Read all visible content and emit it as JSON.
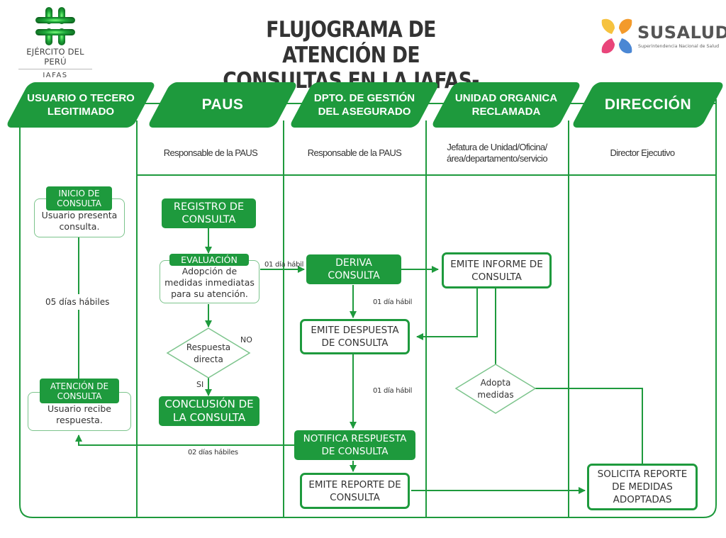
{
  "header": {
    "left_logo": {
      "org": "EJÉRCITO DEL PERÚ",
      "sub": "IAFAS",
      "icon": "green-cross-icon"
    },
    "title_line1": "FLUJOGRAMA DE ATENCIÓN DE",
    "title_line2": "CONSULTAS EN LA IAFAS-EP",
    "right_logo": {
      "brand": "SUSALUD",
      "sub": "Superintendencia Nacional de Salud",
      "icon": "susalud-hands-icon"
    }
  },
  "lanes": [
    {
      "title_line1": "USUARIO O TECERO",
      "title_line2": "LEGITIMADO",
      "responsible_line1": "",
      "responsible_line2": ""
    },
    {
      "title_line1": "PAUS",
      "title_line2": "",
      "responsible_line1": "Responsable de la PAUS",
      "responsible_line2": ""
    },
    {
      "title_line1": "DPTO. DE GESTIÓN",
      "title_line2": "DEL ASEGURADO",
      "responsible_line1": "Responsable de la PAUS",
      "responsible_line2": ""
    },
    {
      "title_line1": "UNIDAD ORGANICA",
      "title_line2": "RECLAMADA",
      "responsible_line1": "Jefatura de Unidad/Oficina/",
      "responsible_line2": "área/departamento/servicio"
    },
    {
      "title_line1": "DIRECCIÓN",
      "title_line2": "",
      "responsible_line1": "Director Ejecutivo",
      "responsible_line2": ""
    }
  ],
  "nodes": {
    "inicio": {
      "tag_line1": "INICIO DE",
      "tag_line2": "CONSULTA",
      "body_line1": "Usuario presenta",
      "body_line2": "consulta."
    },
    "atencion": {
      "tag_line1": "ATENCIÓN DE",
      "tag_line2": "CONSULTA",
      "body_line1": "Usuario recibe",
      "body_line2": "respuesta."
    },
    "registro": {
      "line1": "REGISTRO DE",
      "line2": "CONSULTA"
    },
    "evaluacion": {
      "tag": "EVALUACIÓN",
      "body_line1": "Adopción de",
      "body_line2": "medidas inmediatas",
      "body_line3": "para su atención."
    },
    "decision_respuesta": {
      "line1": "Respuesta",
      "line2": "directa",
      "yes": "SI",
      "no": "NO"
    },
    "conclusion": {
      "line1": "CONCLUSIÓN DE",
      "line2": "LA CONSULTA"
    },
    "deriva": {
      "line1": "DERIVA",
      "line2": "CONSULTA"
    },
    "emite_respuesta": {
      "line1": "EMITE DESPUESTA",
      "line2": "DE CONSULTA"
    },
    "notifica": {
      "line1": "NOTIFICA RESPUESTA",
      "line2": "DE CONSULTA"
    },
    "emite_reporte": {
      "line1": "EMITE REPORTE DE",
      "line2": "CONSULTA"
    },
    "emite_informe": {
      "line1": "EMITE INFORME DE",
      "line2": "CONSULTA"
    },
    "decision_adopta": {
      "line1": "Adopta",
      "line2": "medidas"
    },
    "solicita": {
      "line1": "SOLICITA REPORTE",
      "line2": "DE MEDIDAS",
      "line3": "ADOPTADAS"
    }
  },
  "edge_labels": {
    "user_wait": "05 días hábiles",
    "eval_to_deriva": "01 día hábil",
    "deriva_to_emite": "01 día hábil",
    "emite_to_notifica": "01 día hábil",
    "notifica_to_user": "02 días hábiles"
  },
  "colors": {
    "accent": "#1e9a3d",
    "light_border": "#7cc48c",
    "text": "#333333"
  }
}
